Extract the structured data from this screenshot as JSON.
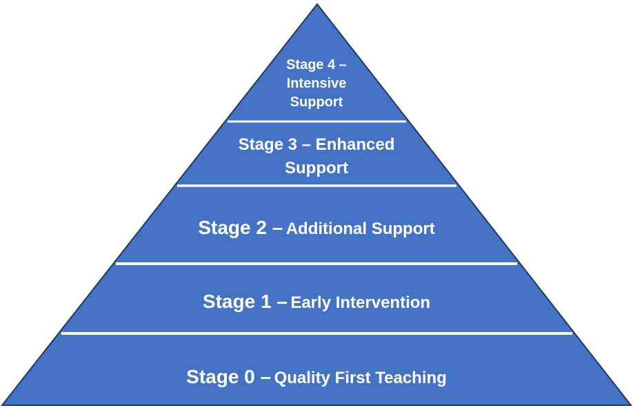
{
  "pyramid": {
    "description": "Staged support intervention pyramid",
    "colors": {
      "fill": "#4472C4",
      "outline": "#1F3864",
      "divider": "#FFFFFF",
      "text": "#FFFFFF"
    },
    "stages": [
      {
        "id": "stage-4",
        "lines": [
          "Stage 4 –",
          "Intensive",
          "Support"
        ]
      },
      {
        "id": "stage-3",
        "lines": [
          "Stage 3 – Enhanced",
          "Support"
        ]
      },
      {
        "id": "stage-2",
        "title": "Stage 2 –",
        "subtitle": "Additional Support"
      },
      {
        "id": "stage-1",
        "title": "Stage 1 –",
        "subtitle": "Early Intervention"
      },
      {
        "id": "stage-0",
        "title": "Stage 0 –",
        "subtitle": "Quality First Teaching"
      }
    ]
  }
}
